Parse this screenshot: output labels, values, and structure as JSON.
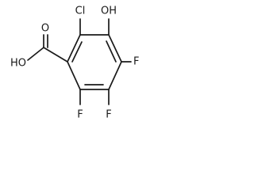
{
  "structure": {
    "labels": {
      "chlorine": "Cl",
      "hydroxyl": "HO",
      "hydroxyl_top": "OH",
      "carbonyl_oxygen": "O",
      "fluorine_right": "F",
      "fluorine_bottom_left": "F",
      "fluorine_bottom_right": "F"
    },
    "colors": {
      "line": "#1a1a1a",
      "background": "#ffffff"
    }
  }
}
